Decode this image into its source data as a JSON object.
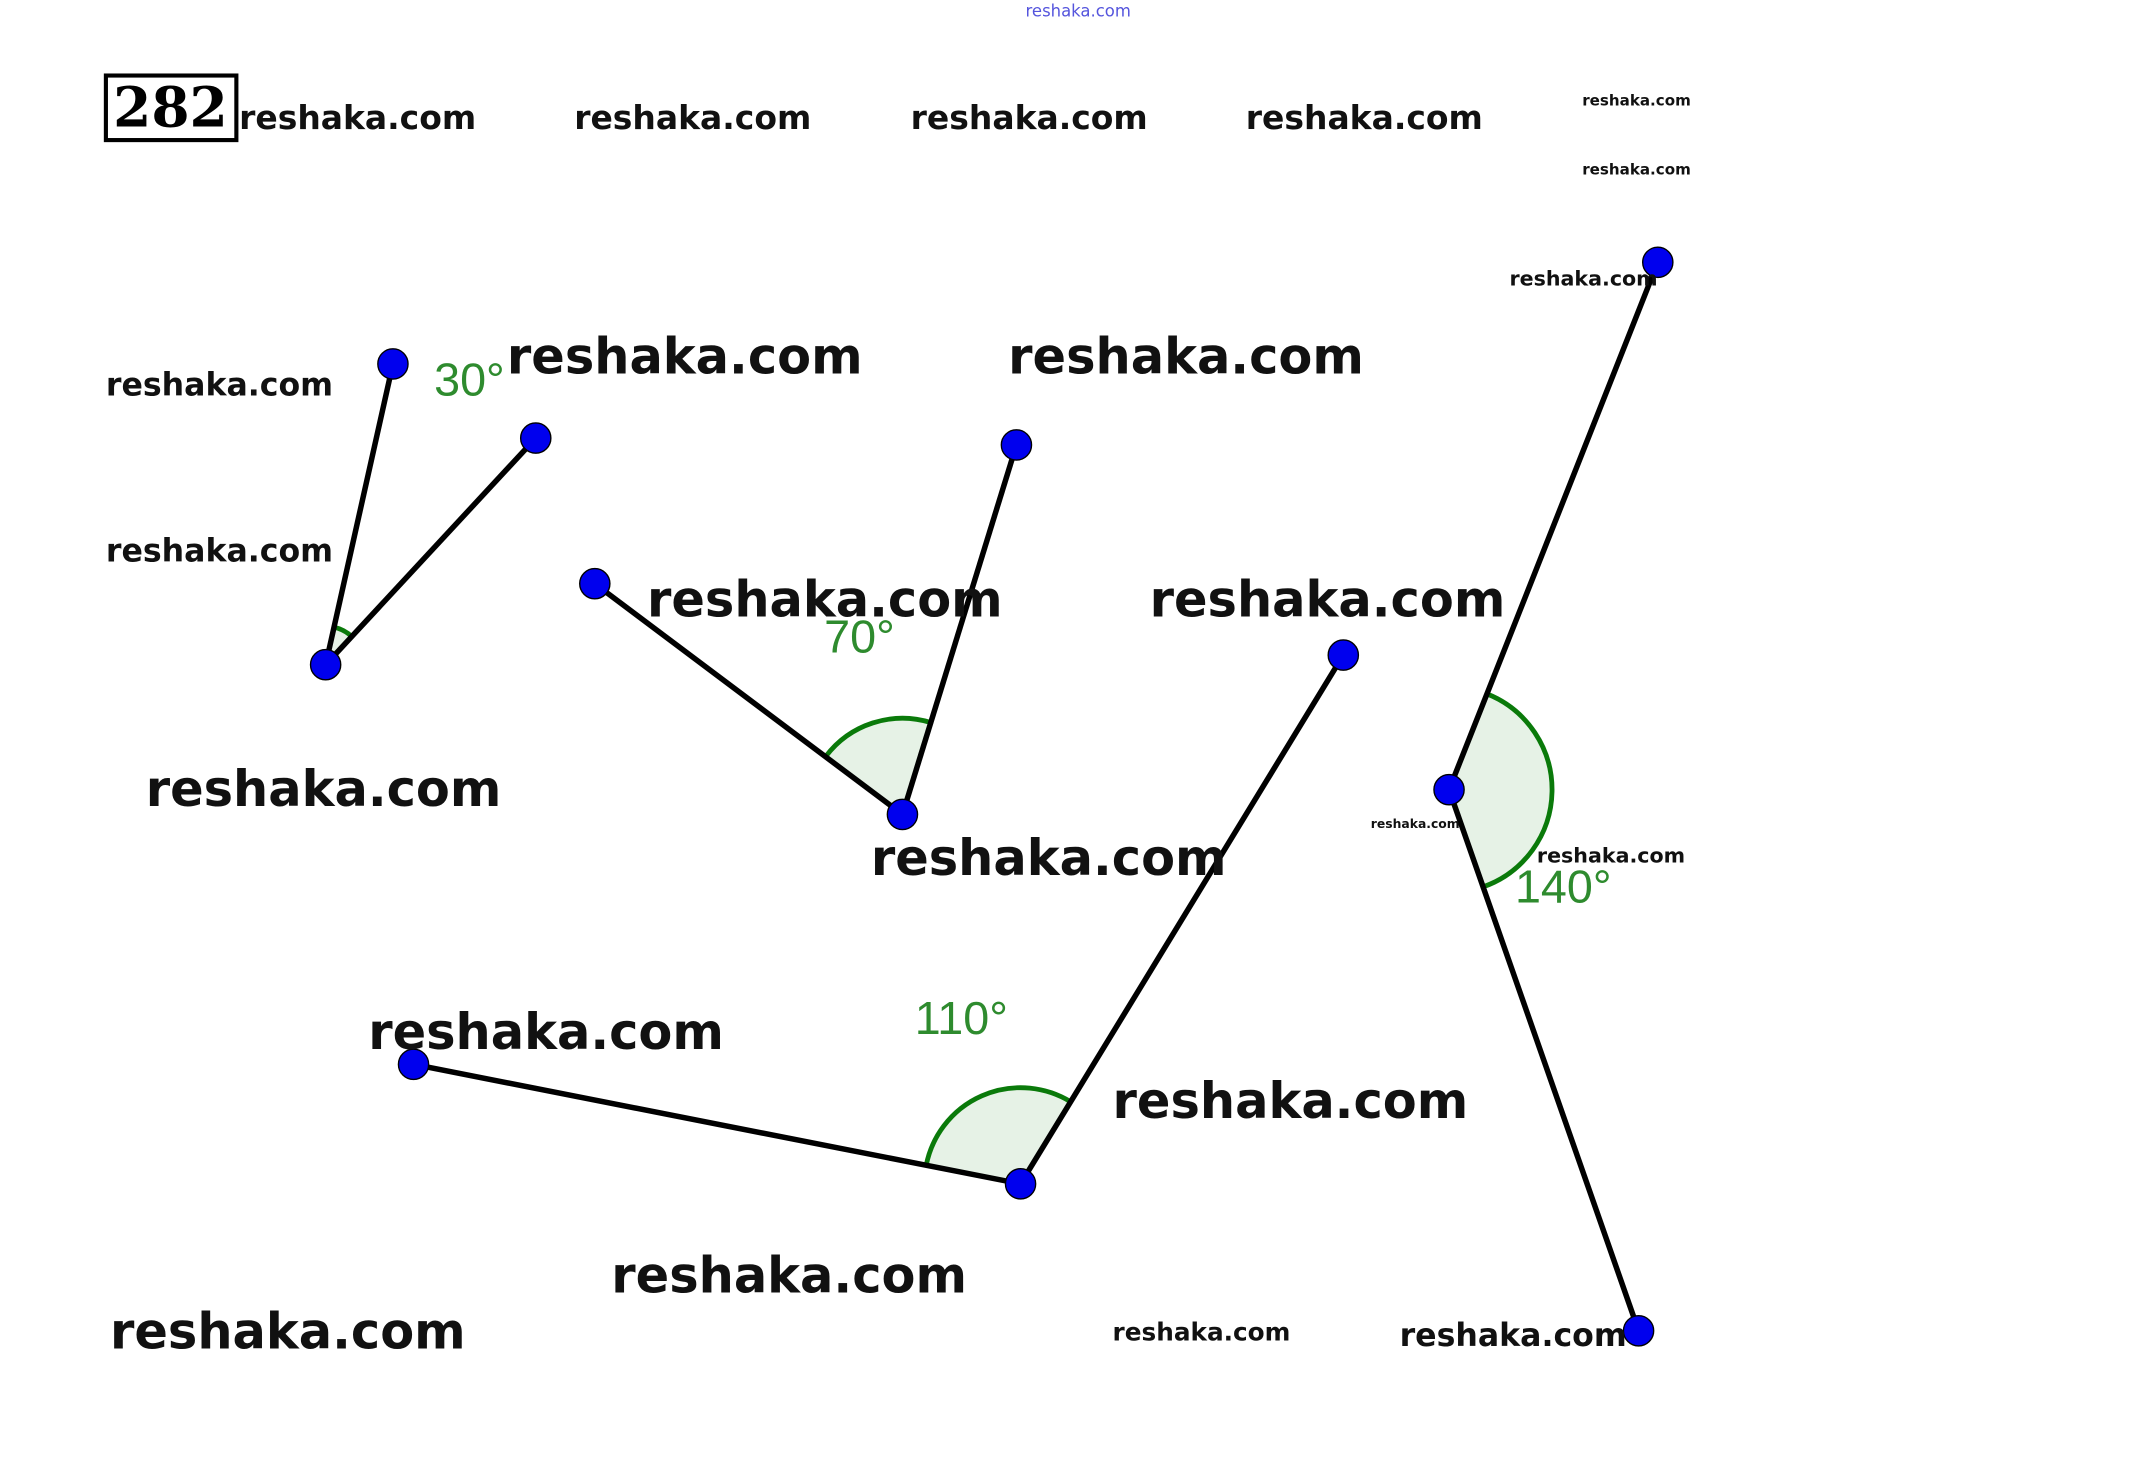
{
  "problem_number": "282",
  "top_watermark": "reshaka.com",
  "watermarks": [
    "reshaka.com",
    "reshaka.com",
    "reshaka.com",
    "reshaka.com",
    "reshaka.com",
    "reshaka.com",
    "reshaka.com",
    "reshaka.com",
    "reshaka.com",
    "reshaka.com",
    "reshaka.com",
    "reshaka.com",
    "reshaka.com",
    "reshaka.com",
    "reshaka.com",
    "reshaka.com",
    "reshaka.com",
    "reshaka.com",
    "reshaka.com",
    "reshaka.com",
    "reshaka.com"
  ],
  "angles": [
    {
      "label": "30°",
      "degrees": 30
    },
    {
      "label": "70°",
      "degrees": 70
    },
    {
      "label": "110°",
      "degrees": 110
    },
    {
      "label": "140°",
      "degrees": 140
    }
  ],
  "colors": {
    "point": "#0000ee",
    "arc": "#0a7a0a",
    "arc_fill": "#e6f2e6",
    "label": "#2e8b2e"
  }
}
